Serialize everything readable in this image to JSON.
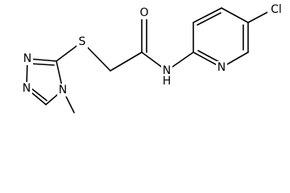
{
  "molecule": {
    "atoms": [
      {
        "id": "N1",
        "label": "N"
      },
      {
        "id": "N2",
        "label": "N"
      },
      {
        "id": "N4",
        "label": "N"
      },
      {
        "id": "S",
        "label": "S"
      },
      {
        "id": "O",
        "label": "O"
      },
      {
        "id": "NH",
        "label": "N"
      },
      {
        "id": "H",
        "label": "H"
      },
      {
        "id": "Npy",
        "label": "N"
      },
      {
        "id": "Cl",
        "label": "Cl"
      }
    ]
  }
}
